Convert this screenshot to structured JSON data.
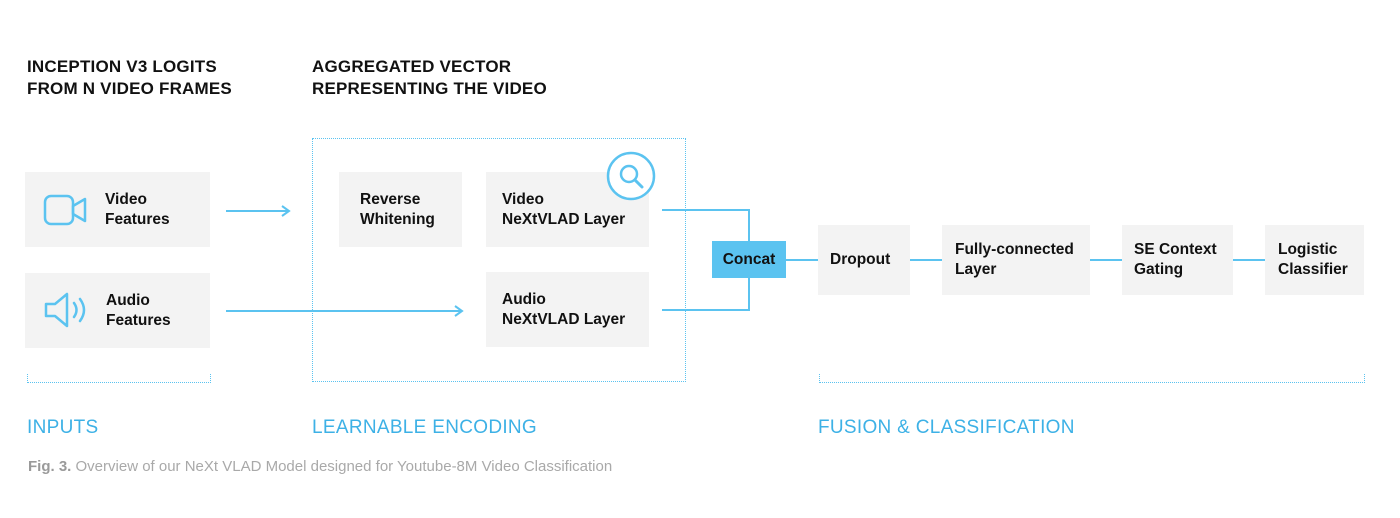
{
  "headings": {
    "inputs": "INCEPTION V3 LOGITS\nFROM N VIDEO FRAMES",
    "encoding": "AGGREGATED VECTOR\nREPRESENTING THE VIDEO"
  },
  "nodes": {
    "video_features": "Video\nFeatures",
    "audio_features": "Audio\nFeatures",
    "reverse_whitening": "Reverse\nWhitening",
    "video_nextvlad": "Video\nNeXtVLAD Layer",
    "audio_nextvlad": "Audio\nNeXtVLAD Layer",
    "concat": "Concat",
    "dropout": "Dropout",
    "fully_connected": "Fully-connected\nLayer",
    "se_context_gating": "SE Context\nGating",
    "logistic_classifier": "Logistic\nClassifier"
  },
  "sections": {
    "inputs": "INPUTS",
    "learnable_encoding": "LEARNABLE ENCODING",
    "fusion": "FUSION & CLASSIFICATION"
  },
  "caption": {
    "fig": "Fig. 3.",
    "text": " Overview of our NeXt VLAD Model designed for Youtube-8M Video Classification"
  },
  "icons": {
    "video": "video-camera-icon",
    "audio": "speaker-icon",
    "search": "magnifier-icon"
  },
  "colors": {
    "accent": "#5bc3f0",
    "label": "#3db1e6",
    "box": "#f3f3f3"
  }
}
